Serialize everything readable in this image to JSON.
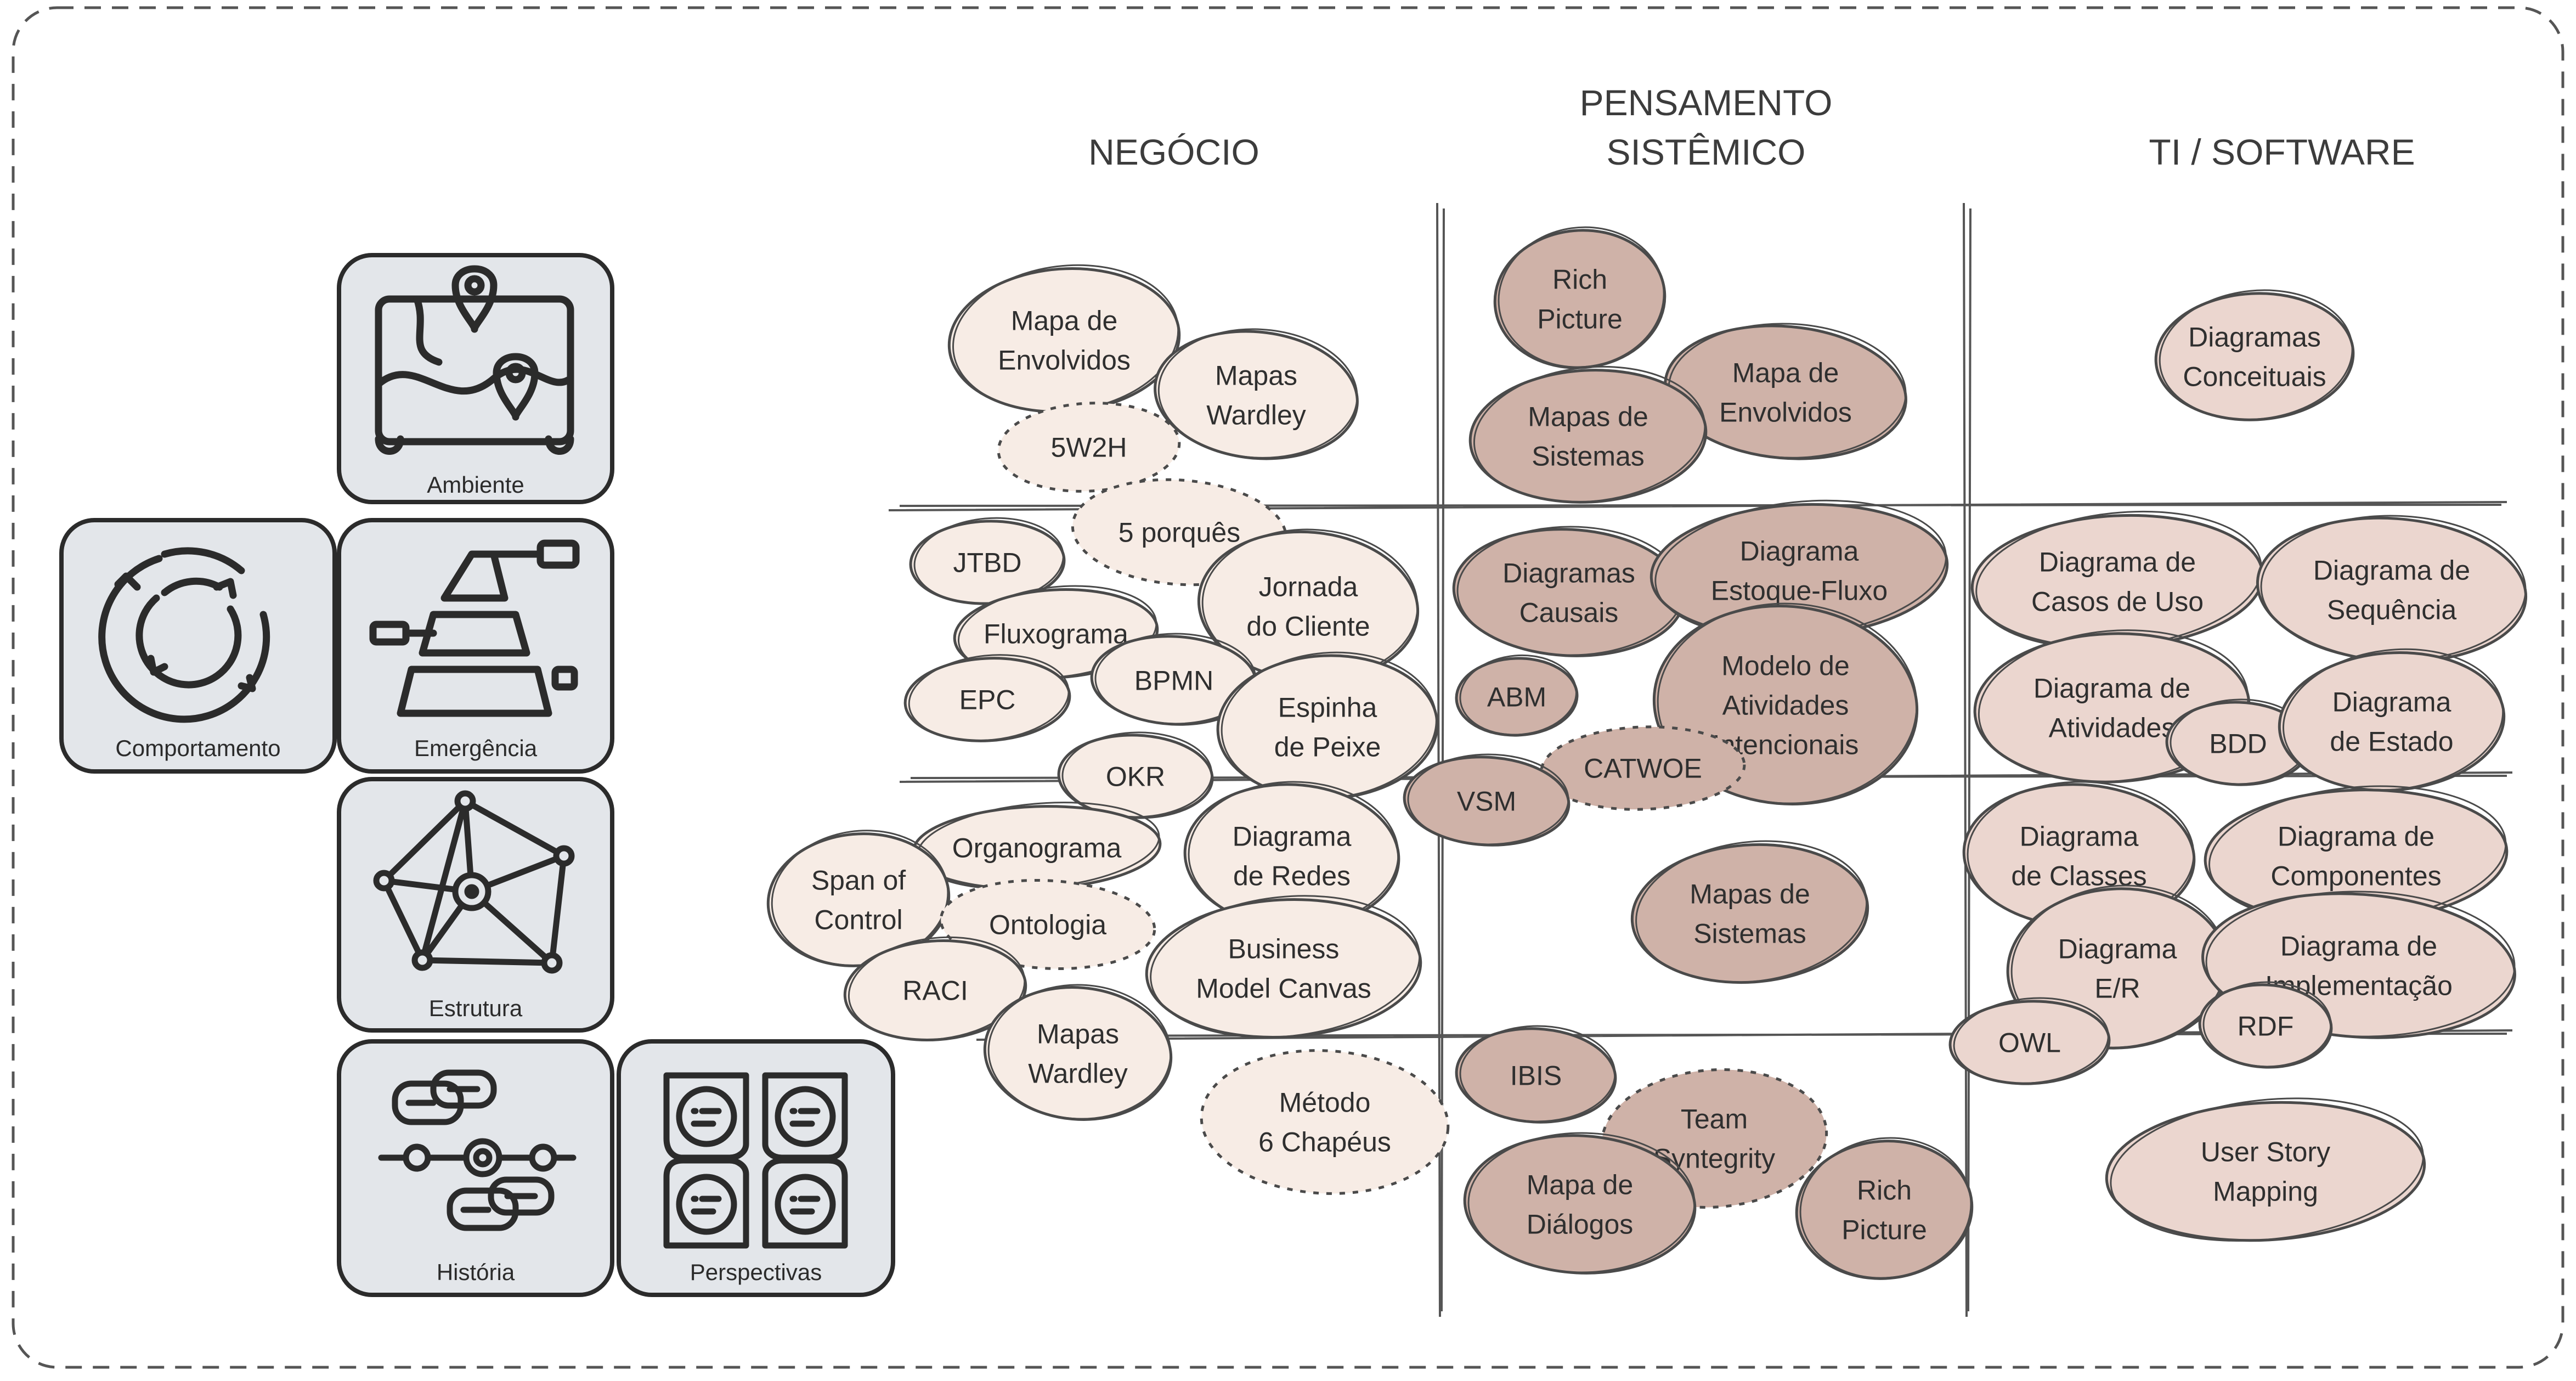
{
  "columns": {
    "business": "NEGÓCIO",
    "systems_1": "PENSAMENTO",
    "systems_2": "SISTÊMICO",
    "software": "TI / SOFTWARE"
  },
  "colors": {
    "card_fill": "#e3e6ea",
    "card_stroke": "#2b2b2b",
    "light_bubble": "#f7ece5",
    "medium_bubble": "#ebd6cf",
    "dark_bubble": "#cfb2a8",
    "line": "#555555"
  },
  "cards": [
    {
      "label": "Ambiente",
      "icon": "map-with-pins-icon"
    },
    {
      "label": "Comportamento",
      "icon": "cycle-arrows-icon"
    },
    {
      "label": "Emergência",
      "icon": "layered-pyramid-icon"
    },
    {
      "label": "Estrutura",
      "icon": "network-icon"
    },
    {
      "label": "História",
      "icon": "timeline-chat-icon"
    },
    {
      "label": "Perspectivas",
      "icon": "four-viewpoints-icon"
    }
  ],
  "bubbles": [
    {
      "lines": [
        "Mapa de",
        "Envolvidos"
      ],
      "tone": "light"
    },
    {
      "lines": [
        "Mapas",
        "Wardley"
      ],
      "tone": "light"
    },
    {
      "lines": [
        "5W2H"
      ],
      "tone": "light"
    },
    {
      "lines": [
        "5 porquês"
      ],
      "tone": "light"
    },
    {
      "lines": [
        "JTBD"
      ],
      "tone": "light"
    },
    {
      "lines": [
        "Jornada",
        "do Cliente"
      ],
      "tone": "light"
    },
    {
      "lines": [
        "Fluxograma"
      ],
      "tone": "light"
    },
    {
      "lines": [
        "BPMN"
      ],
      "tone": "light"
    },
    {
      "lines": [
        "EPC"
      ],
      "tone": "light"
    },
    {
      "lines": [
        "Espinha",
        "de Peixe"
      ],
      "tone": "light"
    },
    {
      "lines": [
        "OKR"
      ],
      "tone": "light"
    },
    {
      "lines": [
        "Organograma"
      ],
      "tone": "light"
    },
    {
      "lines": [
        "Diagrama",
        "de Redes"
      ],
      "tone": "light"
    },
    {
      "lines": [
        "Span of",
        "Control"
      ],
      "tone": "light"
    },
    {
      "lines": [
        "Ontologia"
      ],
      "tone": "light"
    },
    {
      "lines": [
        "Business",
        "Model Canvas"
      ],
      "tone": "light"
    },
    {
      "lines": [
        "RACI"
      ],
      "tone": "light"
    },
    {
      "lines": [
        "Mapas",
        "Wardley"
      ],
      "tone": "light"
    },
    {
      "lines": [
        "Método",
        "6 Chapéus"
      ],
      "tone": "light"
    },
    {
      "lines": [
        "Rich",
        "Picture"
      ],
      "tone": "dark"
    },
    {
      "lines": [
        "Mapa de",
        "Envolvidos"
      ],
      "tone": "dark"
    },
    {
      "lines": [
        "Mapas de",
        "Sistemas"
      ],
      "tone": "dark"
    },
    {
      "lines": [
        "Diagramas",
        "Causais"
      ],
      "tone": "dark"
    },
    {
      "lines": [
        "Diagrama",
        "Estoque-Fluxo"
      ],
      "tone": "dark"
    },
    {
      "lines": [
        "ABM"
      ],
      "tone": "dark"
    },
    {
      "lines": [
        "Modelo de",
        "Atividades",
        "Intencionais"
      ],
      "tone": "dark"
    },
    {
      "lines": [
        "CATWOE"
      ],
      "tone": "dark"
    },
    {
      "lines": [
        "VSM"
      ],
      "tone": "dark"
    },
    {
      "lines": [
        "Mapas de",
        "Sistemas"
      ],
      "tone": "dark"
    },
    {
      "lines": [
        "IBIS"
      ],
      "tone": "dark"
    },
    {
      "lines": [
        "Team",
        "Syntegrity"
      ],
      "tone": "dark"
    },
    {
      "lines": [
        "Mapa de",
        "Diálogos"
      ],
      "tone": "dark"
    },
    {
      "lines": [
        "Rich",
        "Picture"
      ],
      "tone": "dark"
    },
    {
      "lines": [
        "Diagramas",
        "Conceituais"
      ],
      "tone": "medium"
    },
    {
      "lines": [
        "Diagrama de",
        "Casos de Uso"
      ],
      "tone": "medium"
    },
    {
      "lines": [
        "Diagrama de",
        "Sequência"
      ],
      "tone": "medium"
    },
    {
      "lines": [
        "Diagrama de",
        "Atividades"
      ],
      "tone": "medium"
    },
    {
      "lines": [
        "BDD"
      ],
      "tone": "medium"
    },
    {
      "lines": [
        "Diagrama",
        "de Estado"
      ],
      "tone": "medium"
    },
    {
      "lines": [
        "Diagrama",
        "de Classes"
      ],
      "tone": "medium"
    },
    {
      "lines": [
        "Diagrama de",
        "Componentes"
      ],
      "tone": "medium"
    },
    {
      "lines": [
        "Diagrama",
        "E/R"
      ],
      "tone": "medium"
    },
    {
      "lines": [
        "Diagrama de",
        "Implementação"
      ],
      "tone": "medium"
    },
    {
      "lines": [
        "OWL"
      ],
      "tone": "medium"
    },
    {
      "lines": [
        "RDF"
      ],
      "tone": "medium"
    },
    {
      "lines": [
        "User Story",
        "Mapping"
      ],
      "tone": "medium"
    }
  ]
}
